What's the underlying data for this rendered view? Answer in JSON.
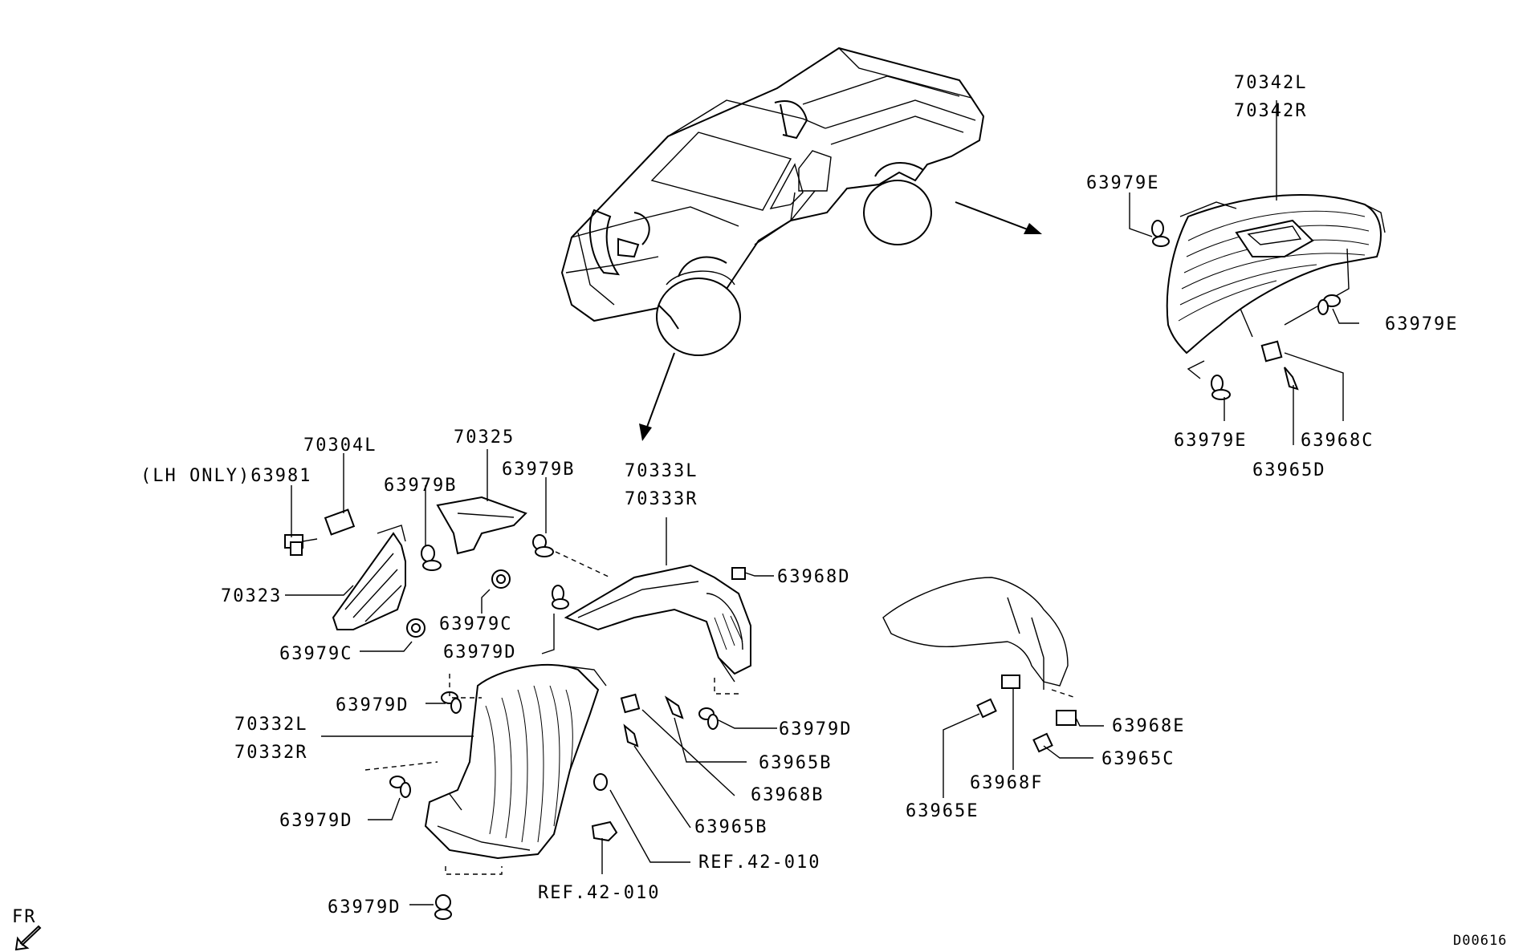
{
  "labels": {
    "p70342L": "70342L",
    "p70342R": "70342R",
    "p63979E_a": "63979E",
    "p63979E_b": "63979E",
    "p63979E_c": "63979E",
    "p63968C": "63968C",
    "p63965D": "63965D",
    "p70304L": "70304L",
    "p70325": "70325",
    "p63981": "(LH ONLY)63981",
    "p63979B_a": "63979B",
    "p63979B_b": "63979B",
    "p70333L": "70333L",
    "p70333R": "70333R",
    "p70323": "70323",
    "p63979C_a": "63979C",
    "p63979C_b": "63979C",
    "p63968D": "63968D",
    "p63979D_a": "63979D",
    "p63979D_b": "63979D",
    "p63979D_c": "63979D",
    "p63979D_d": "63979D",
    "p63979D_e": "63979D",
    "p70332L": "70332L",
    "p70332R": "70332R",
    "p63965B_a": "63965B",
    "p63965B_b": "63965B",
    "p63968B": "63968B",
    "pREF_a": "REF.42-010",
    "pREF_b": "REF.42-010",
    "p63968E": "63968E",
    "p63965C": "63965C",
    "p63968F": "63968F",
    "p63965E": "63965E",
    "fr": "FR",
    "code": "D00616"
  },
  "icons": {
    "direction": "front-arrow-icon"
  }
}
